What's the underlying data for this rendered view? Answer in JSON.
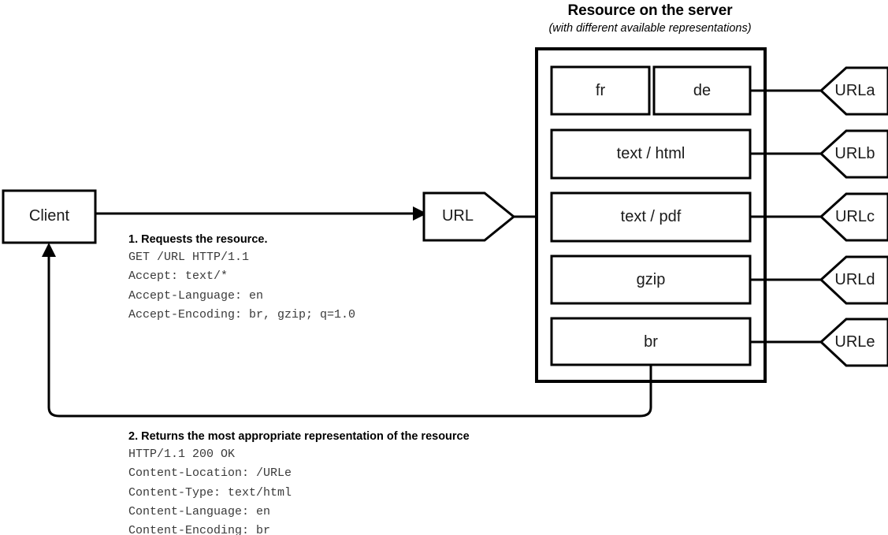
{
  "diagram": {
    "title": "Resource on the server",
    "subtitle": "(with different available representations)",
    "colors": {
      "stroke": "#000000",
      "background": "#ffffff",
      "label_text": "#1a1a1a",
      "mono_text": "#3a3a3a"
    }
  },
  "client": {
    "label": "Client"
  },
  "url_request": {
    "label": "URL"
  },
  "server": {
    "representations": [
      {
        "id": "fr",
        "label": "fr"
      },
      {
        "id": "de",
        "label": "de"
      },
      {
        "id": "text-html",
        "label": "text / html"
      },
      {
        "id": "text-pdf",
        "label": "text / pdf"
      },
      {
        "id": "gzip",
        "label": "gzip"
      },
      {
        "id": "br",
        "label": "br"
      }
    ]
  },
  "url_tags": [
    {
      "id": "urla",
      "label": "URLa"
    },
    {
      "id": "urlb",
      "label": "URLb"
    },
    {
      "id": "urlc",
      "label": "URLc"
    },
    {
      "id": "urld",
      "label": "URLd"
    },
    {
      "id": "urle",
      "label": "URLe"
    }
  ],
  "request": {
    "heading": "1. Requests the resource.",
    "lines": [
      "GET /URL HTTP/1.1",
      "Accept: text/*",
      "Accept-Language: en",
      "Accept-Encoding: br, gzip; q=1.0"
    ],
    "body": "GET /URL HTTP/1.1\nAccept: text/*\nAccept-Language: en\nAccept-Encoding: br, gzip; q=1.0"
  },
  "response": {
    "heading": "2. Returns the most appropriate representation of the resource",
    "lines": [
      "HTTP/1.1 200 OK",
      "Content-Location: /URLe",
      "Content-Type: text/html",
      "Content-Language: en",
      "Content-Encoding: br"
    ],
    "body": "HTTP/1.1 200 OK\nContent-Location: /URLe\nContent-Type: text/html\nContent-Language: en\nContent-Encoding: br"
  }
}
